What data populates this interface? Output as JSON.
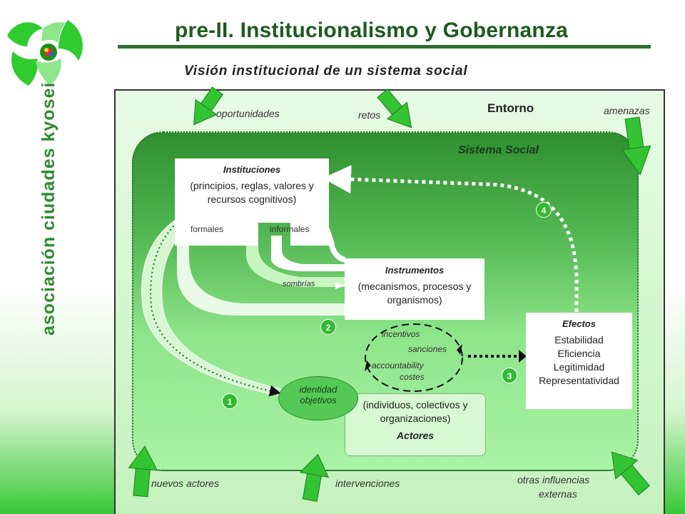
{
  "header": {
    "title": "pre-II. Institucionalismo y Gobernanza",
    "subtitle": "Visión institucional de un sistema social",
    "brand_vertical": "asociación ciudades kyosei"
  },
  "diagram": {
    "entorno": "Entorno",
    "sistema_social": "Sistema Social",
    "external": {
      "oportunidades": "oportunidades",
      "retos": "retos",
      "amenazas": "amenazas",
      "nuevos_actores": "nuevos actores",
      "intervenciones": "intervenciones",
      "otras_influencias_1": "otras influencias",
      "otras_influencias_2": "externas"
    },
    "instituciones": {
      "title": "Instituciones",
      "line1": "(principios, reglas, valores y",
      "line2": "recursos cognitivos)",
      "formales": "formales",
      "informales": "informales",
      "sombrias": "sombrías"
    },
    "instrumentos": {
      "title": "Instrumentos",
      "line1": "(mecanismos, procesos y",
      "line2": "organismos)"
    },
    "efectos": {
      "title": "Efectos",
      "items": [
        "Estabilidad",
        "Eficiencia",
        "Legitimidad",
        "Representatividad"
      ]
    },
    "actores": {
      "line1": "(individuos, colectivos y",
      "line2": "organizaciones)",
      "title": "Actores"
    },
    "identidad": {
      "line1": "identidad",
      "line2": "objetivos"
    },
    "cycle": {
      "incentivos": "incentivos",
      "sanciones": "sanciones",
      "accountability": "accountability",
      "costes": "costes"
    },
    "badges": [
      "1",
      "2",
      "3",
      "4"
    ]
  },
  "colors": {
    "title": "#1e5a1e",
    "brand": "#2e8b2e",
    "arrow_green": "#33c433",
    "badge": "#33b833"
  }
}
